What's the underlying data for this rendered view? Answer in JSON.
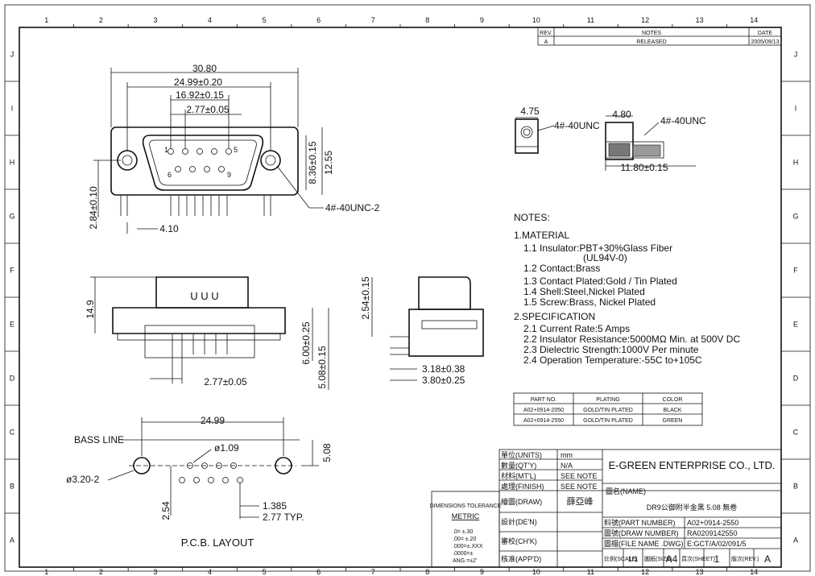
{
  "frame": {
    "columns": [
      "1",
      "2",
      "3",
      "4",
      "5",
      "6",
      "7",
      "8",
      "9",
      "10",
      "11",
      "12",
      "13",
      "14"
    ],
    "rows": [
      "J",
      "I",
      "H",
      "G",
      "F",
      "E",
      "D",
      "C",
      "B",
      "A"
    ]
  },
  "revision": {
    "headers": [
      "REV.",
      "NOTES",
      "DATE"
    ],
    "row": [
      "A",
      "RELEASED",
      "2005/09/13"
    ]
  },
  "front_view": {
    "dims": [
      "30.80",
      "24.99±0.20",
      "16.92±0.15",
      "2.77±0.05",
      "8.36±0.15",
      "12.55",
      "2.84±0.10",
      "4.10",
      "4#-40UNC-2"
    ],
    "pins_top": [
      "1",
      "5"
    ],
    "pins_bottom": [
      "6",
      "9"
    ]
  },
  "screw_detail": {
    "dims": [
      "4.75",
      "4#-40UNC",
      "4.80",
      "4#-40UNC",
      "11.80±0.15"
    ]
  },
  "bottom_view": {
    "dims": [
      "14.9",
      "6.00±0.25",
      "5.08±0.15",
      "2.77±0.05"
    ],
    "label": "U U U"
  },
  "side_view": {
    "dims": [
      "2.54±0.15",
      "3.18±0.38",
      "3.80±0.25"
    ]
  },
  "notes": {
    "title": "NOTES:",
    "lines": [
      "1.MATERIAL",
      "1.1  Insulator:PBT+30%Glass Fiber",
      "(UL94V-0)",
      "1.2  Contact:Brass",
      "1.3  Contact Plated:Gold / Tin Plated",
      "1.4  Shell:Steel,Nickel Plated",
      "1.5  Screw:Brass, Nickel Plated",
      "2.SPECIFICATION",
      "2.1  Current Rate:5 Amps",
      "2.2  Insulator Resistance:5000MΩ Min. at 500V DC",
      "2.3  Dielectric Strength:1000V Per minute",
      "2.4  Operation Temperature:-55C to+105C"
    ]
  },
  "parts_table": {
    "headers": [
      "PART NO.",
      "PLATING",
      "COLOR"
    ],
    "rows": [
      [
        "A02+0914-2050",
        "GOLD/TIN PLATED",
        "BLACK"
      ],
      [
        "A02+0914-2550",
        "GOLD/TIN PLATED",
        "GREEN"
      ]
    ]
  },
  "pcb_layout": {
    "bass_line": "BASS LINE",
    "dims": [
      "24.99",
      "ø1.09",
      "5.08",
      "ø3.20-2",
      "2.54",
      "1.385",
      "2.77 TYP."
    ],
    "title": "P.C.B. LAYOUT"
  },
  "tolerance": {
    "title": "DIMENSIONS TOLERANCE",
    "unit": "METRIC",
    "lines": [
      ".0= ±.30",
      ".00= ±.20",
      ".000=±.XXX",
      ".0000=±",
      "ANG.=±2'"
    ]
  },
  "title_block": {
    "units_label": "單位(UNITS)",
    "units_value": "mm",
    "qty_label": "數量(QT'Y)",
    "qty_value": "N/A",
    "mtl_label": "材料(MT'L)",
    "mtl_value": "SEE NOTE",
    "finish_label": "處理(FINISH)",
    "finish_value": "SEE NOTE",
    "company": "E-GREEN ENTERPRISE CO., LTD.",
    "name_label": "圖名(NAME)",
    "name_value": "DR9公御附半金黑 5.08 無卷",
    "draw_label": "繪圖(DRAW)",
    "draw_value": "薛亞峰",
    "design_label": "設計(DE'N)",
    "check_label": "審校(CH'K)",
    "approve_label": "核准(APP'D)",
    "part_label": "料號(PART NUMBER)",
    "part_value": "A02+0914-2550",
    "drawno_label": "圖號(DRAW NUMBER)",
    "drawno_value": "RA0209142550",
    "file_label": "圖檔(FILE NAME .DWG)",
    "file_value": "E:GCT/A/02/091/5",
    "scale_label": "比例(SCALE)",
    "scale_value": "1/1",
    "size_label": "圖紙(SIZE)",
    "size_value": "A4",
    "sheet_label": "頁次(SHEET)",
    "sheet_value": "1",
    "rev_label": "版次(REV.)",
    "rev_value": "A"
  }
}
